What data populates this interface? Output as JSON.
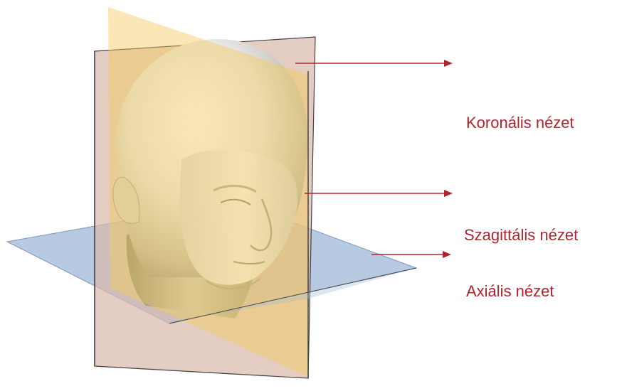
{
  "labels": {
    "coronal": "Koronális nézet",
    "sagittal": "Szagittális nézet",
    "axial": "Axiális nézet"
  },
  "colors": {
    "label_text": "#b0242e",
    "arrow": "#b0242e",
    "coronal_plane": "#d8b8a8",
    "sagittal_plane": "#f2cc5a",
    "axial_plane": "#9fb8d8",
    "plane_edge": "#444444",
    "head_light": "#f4f4f4",
    "head_shadow": "#8a8478"
  },
  "illustration": {
    "subject": "head-3d-model",
    "planes": [
      "coronal-plane",
      "sagittal-plane",
      "axial-plane"
    ]
  }
}
